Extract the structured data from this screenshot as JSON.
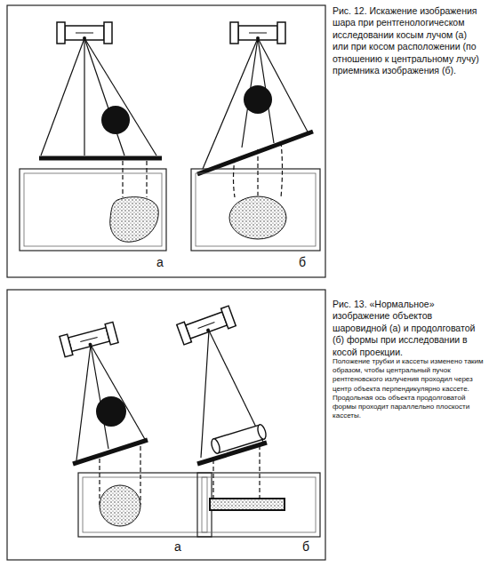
{
  "diagram": {
    "labels": [
      "Рис. 12. Искажение изображения шара при рентгенологическом исследовании косым лучом (а) или при косом расположении (по отношению к центральному лучу) приемника изображения (б).",
      "а",
      "б",
      "Рис. 13. «Нормальное» изображение объектов шаровидной (а) и продолговатой (б) формы при исследовании в косой проекции.",
      "Положение трубки и кассеты изменено таким образом, чтобы центральный пучок рентгеновского излучения проходил через центр объекта перпендикулярно кассете. Продольная ось объекта продолговатой формы проходит параллельно плоскости кассеты.",
      "а",
      "б"
    ]
  }
}
